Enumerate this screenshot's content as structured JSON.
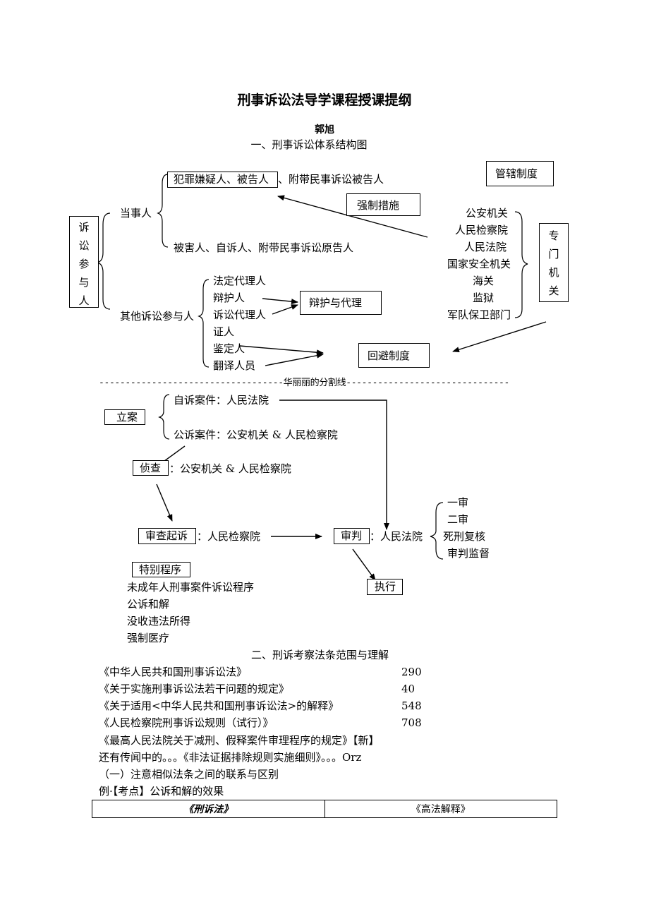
{
  "doc": {
    "title": "刑事诉讼法导学课程授课提纲",
    "author": "郭旭",
    "section1_title": "一、刑事诉讼体系结构图",
    "section2_title": "二、刑诉考察法条范围与理解"
  },
  "participants": {
    "label_chars": [
      "诉",
      "讼",
      "参",
      "与",
      "人"
    ],
    "party": "当事人",
    "suspect_box": "犯罪嫌疑人、被告人",
    "suspect_rest": "、附带民事诉讼被告人",
    "victim": "被害人、自诉人、附带民事诉讼原告人",
    "other": "其他诉讼参与人",
    "others_list": [
      "法定代理人",
      "辩护人",
      "诉讼代理人",
      "证人",
      "鉴定人",
      "翻译人员"
    ]
  },
  "boxes": {
    "jurisdiction": "管辖制度",
    "coercive": "强制措施",
    "defense": "辩护与代理",
    "recusal": "回避制度"
  },
  "agencies": {
    "list": [
      "公安机关",
      "人民检察院",
      "人民法院",
      "国家安全机关",
      "海关",
      "监狱",
      "军队保卫部门"
    ],
    "label_chars": [
      "专",
      "门",
      "机",
      "关"
    ]
  },
  "divider": "-----------------------------------华丽丽的分割线-------------------------------",
  "procedure": {
    "filing": "立案",
    "self_case": "自诉案件：人民法院",
    "public_case": "公诉案件：公安机关 & 人民检察院",
    "investigation": "侦查",
    "investigation_rest": "：公安机关 & 人民检察院",
    "review": "审查起诉",
    "review_rest": "：人民检察院",
    "trial": "审判",
    "trial_rest": "：人民法院",
    "trial_stages": [
      "一审",
      "二审",
      "死刑复核",
      "审判监督"
    ],
    "execution": "执行",
    "special": "特别程序",
    "special_list": [
      "未成年人刑事案件诉讼程序",
      "公诉和解",
      "没收违法所得",
      "强制医疗"
    ]
  },
  "laws": [
    {
      "name": "《中华人民共和国刑事诉讼法》",
      "count": "290"
    },
    {
      "name": "《关于实施刑事诉讼法若干问题的规定》",
      "count": "40"
    },
    {
      "name": "《关于适用<中华人民共和国刑事诉讼法>的解释》",
      "count": "548"
    },
    {
      "name": "《人民检察院刑事诉讼规则（试行）》",
      "count": "708"
    }
  ],
  "law_extra": "《最高人民法院关于减刑、假释案件审理程序的规定》【新】",
  "rumor": "还有传闻中的。。。《非法证据排除规则实施细则》。。。Orz",
  "sub1": "（一）注意相似法条之间的联系与区别",
  "example": "例·【考点】公诉和解的效果",
  "table_headers": [
    "《刑诉法》",
    "《高法解释》"
  ]
}
